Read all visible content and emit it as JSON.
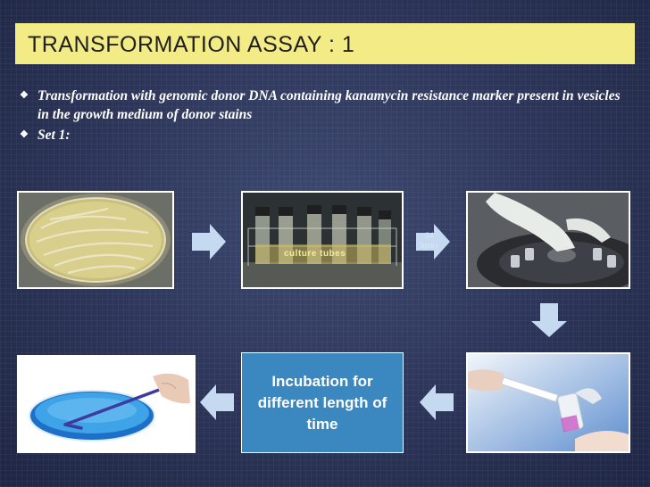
{
  "title": "TRANSFORMATION ASSAY  : 1",
  "bullets": [
    "Transformation with genomic donor DNA containing kanamycin resistance marker present in vesicles in the growth  medium of donor stains",
    "Set 1:"
  ],
  "bullet_marker": "❖",
  "tube_label": "culture   tubes",
  "hours_label_num": "24",
  "hours_label_unit": "hours",
  "incubation_text": "Incubation for different length  of time",
  "colors": {
    "title_bar": "#f3ec86",
    "arrow": "#c5d9f1",
    "incubation_box": "#3a88bf",
    "background": "#2c3558"
  }
}
